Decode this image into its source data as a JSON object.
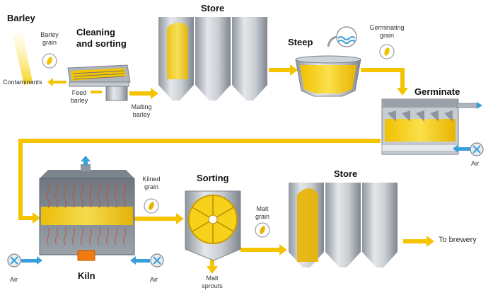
{
  "titles": {
    "barley": "Barley",
    "cleaning": "Cleaning",
    "cleaning2": "and sorting",
    "store_top": "Store",
    "steep": "Steep",
    "germinate": "Germinate",
    "sorting": "Sorting",
    "store_bottom": "Store",
    "kiln": "Kiln"
  },
  "labels": {
    "barley_grain_1": "Barley",
    "barley_grain_2": "grain",
    "contaminants": "Contaminants",
    "feed_1": "Feed",
    "feed_2": "barley",
    "malting_1": "Malting",
    "malting_2": "barley",
    "germinating_1": "Germinating",
    "germinating_2": "grain",
    "air_germinate": "Air",
    "kilned_1": "Kilned",
    "kilned_2": "grain",
    "malt_grain_1": "Malt",
    "malt_grain_2": "grain",
    "malt_sprouts_1": "Malt",
    "malt_sprouts_2": "sprouts",
    "air_left": "Air",
    "air_right": "Air",
    "to_brewery": "To brewery"
  },
  "colors": {
    "flow": "#f5c400",
    "grain": "#f7d21a",
    "steel": "#b9bfc6",
    "steel_dark": "#8e959d",
    "air": "#3a9fd8",
    "kiln_fire": "#f07a10"
  }
}
